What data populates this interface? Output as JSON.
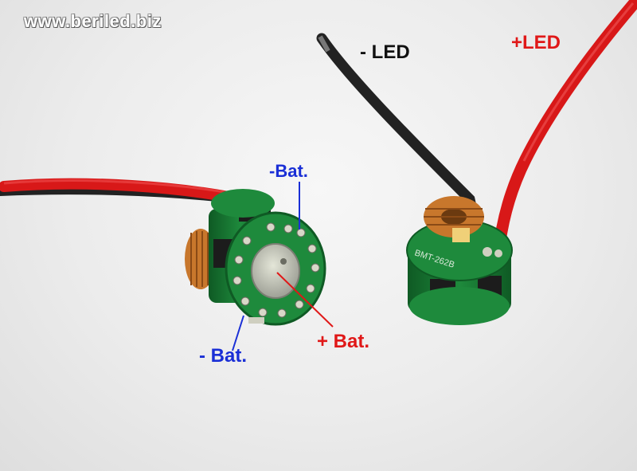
{
  "watermark": "www.beriled.biz",
  "labels": {
    "neg_led": "- LED",
    "pos_led": "+LED",
    "neg_bat_top": "-Bat.",
    "neg_bat_bottom": "- Bat.",
    "pos_bat": "+ Bat."
  },
  "colors": {
    "negative_label": "#1a2fd6",
    "positive_label": "#e01818",
    "led_negative_label": "#111111",
    "pcb_green": "#1e8a3c",
    "copper_coil": "#c8772c",
    "wire_red": "#d81818",
    "wire_black": "#222222"
  }
}
